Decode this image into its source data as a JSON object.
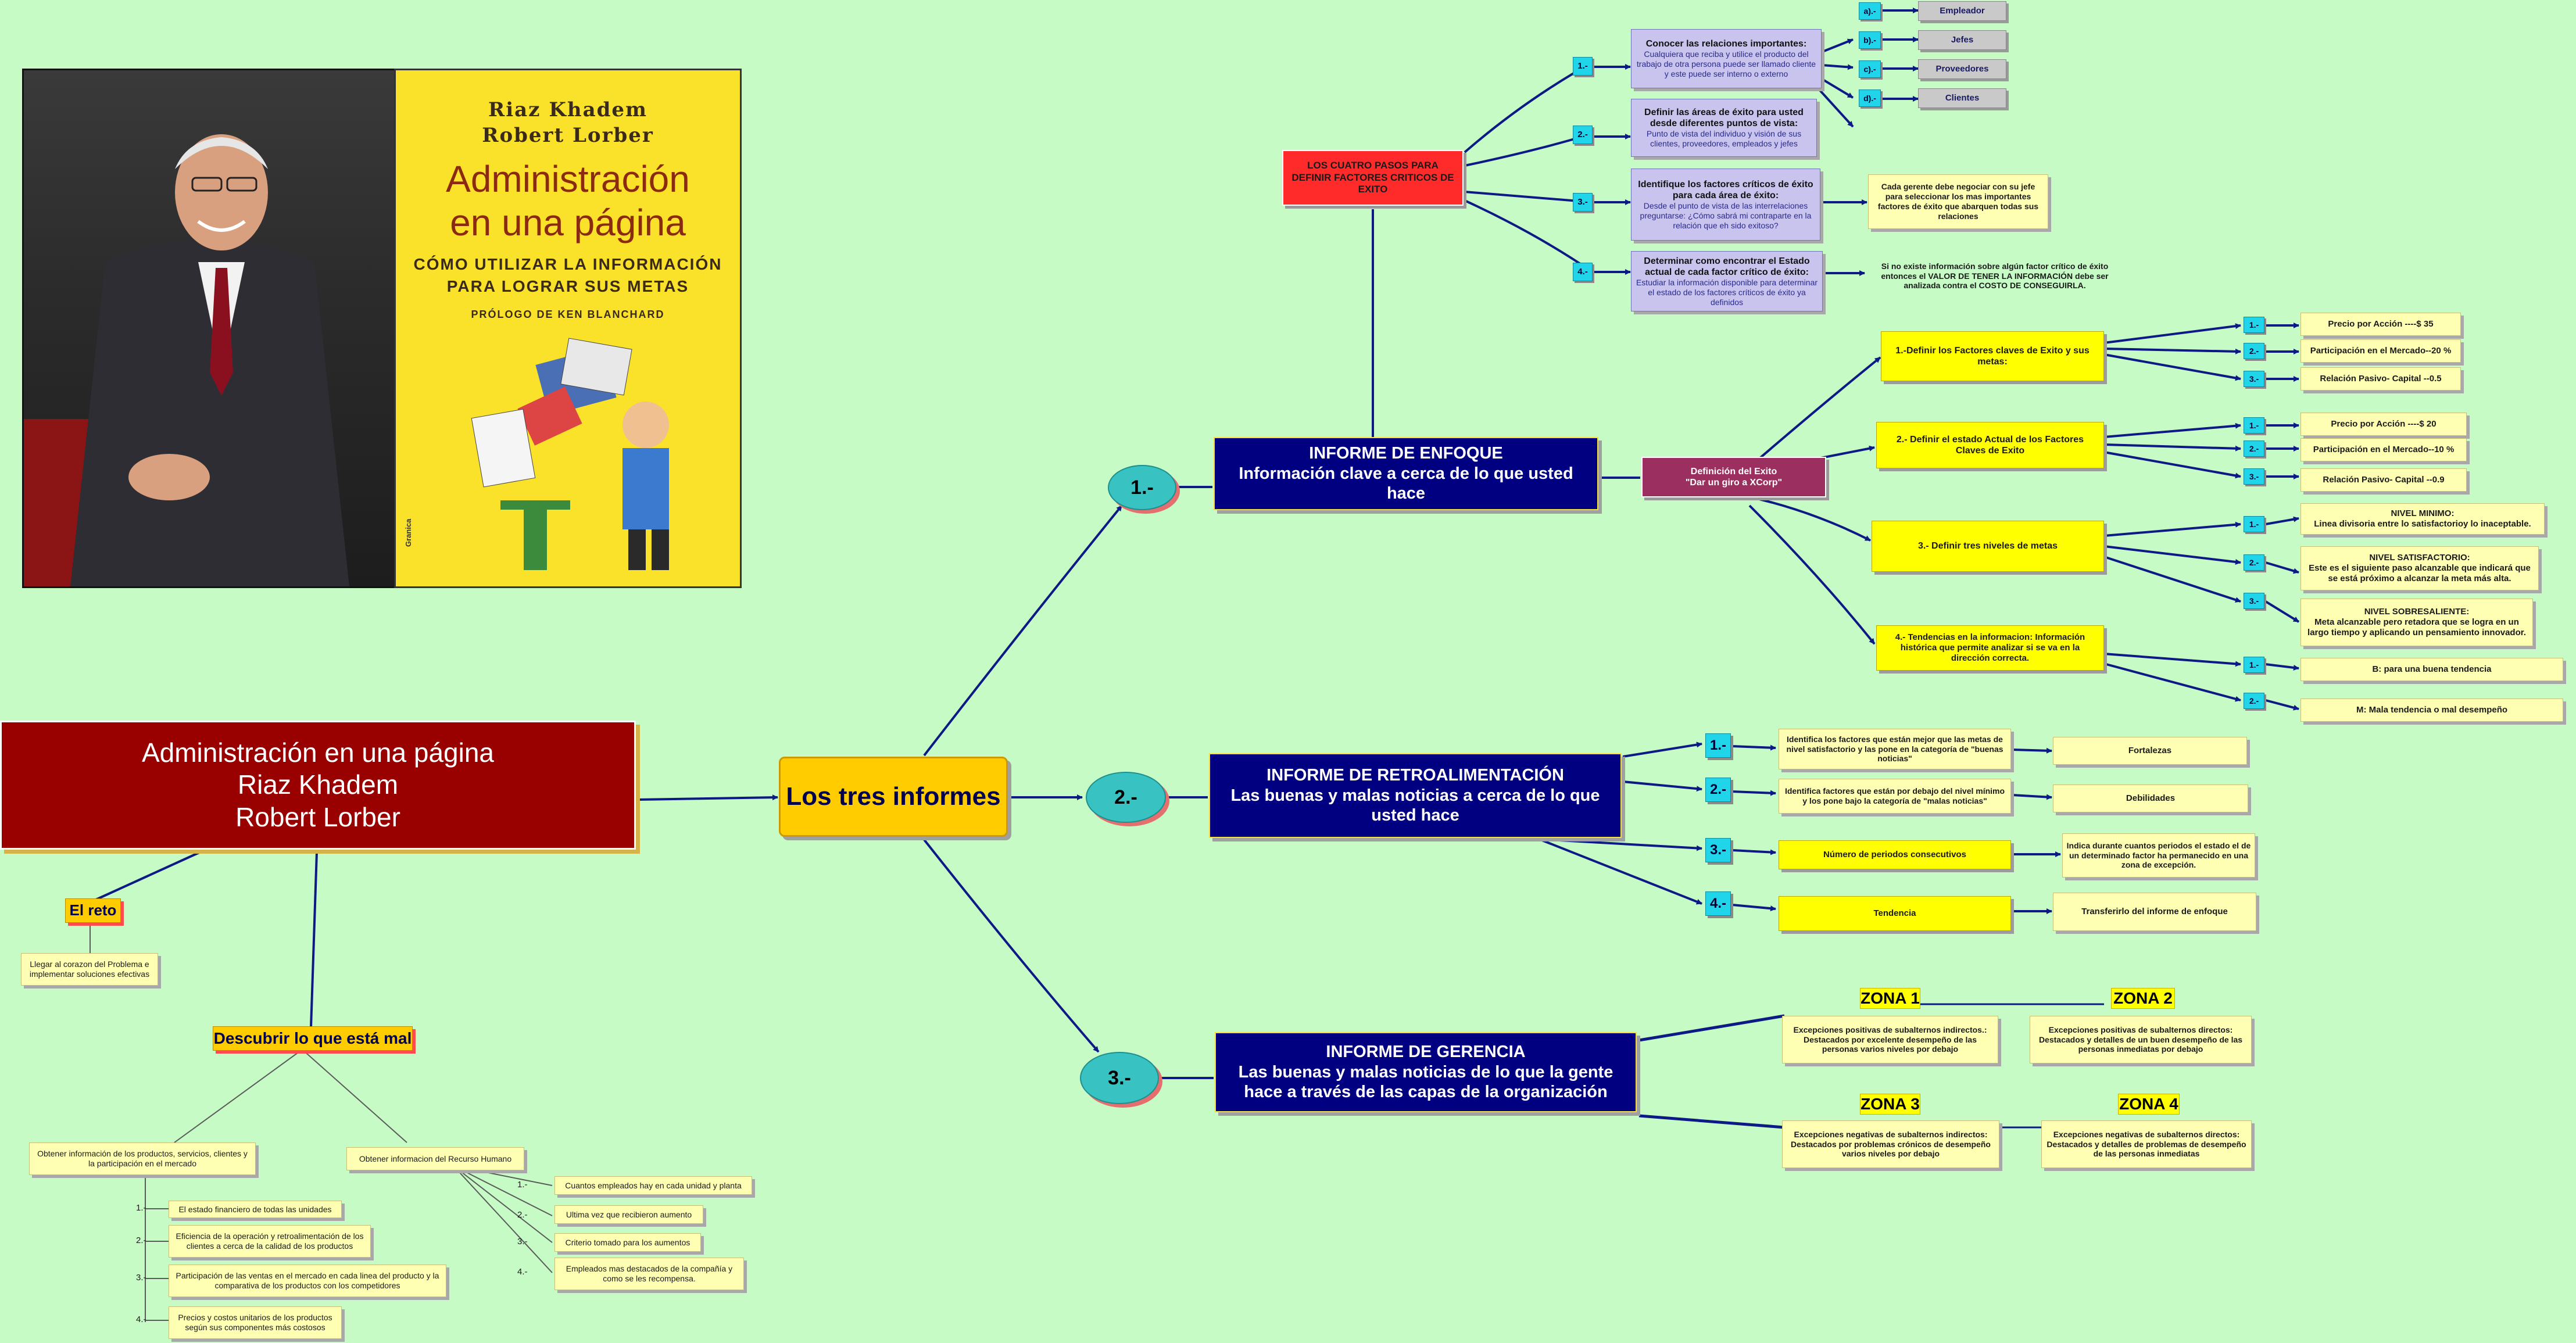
{
  "central": {
    "line1": "Administración en una página",
    "line2": "Riaz Khadem",
    "line3": "Robert Lorber"
  },
  "book": {
    "author1": "Riaz Khadem",
    "author2": "Robert Lorber",
    "title1": "Administración",
    "title2": "en una página",
    "subtitle1": "Cómo utilizar la información",
    "subtitle2": "para lograr sus metas",
    "prologue": "Prólogo de Ken Blanchard",
    "publisher": "Granica"
  },
  "el_reto": {
    "label": "El reto",
    "text": "Llegar al corazon del Problema e implementar soluciones efectivas"
  },
  "descubrir": {
    "label": "Descubrir lo que está mal",
    "left": {
      "text": "Obtener información de los productos, servicios, clientes y la participación en el mercado",
      "items": [
        {
          "num": "1.-",
          "text": "El estado financiero de todas las unidades"
        },
        {
          "num": "2.-",
          "text": "Eficiencia de la operación y retroalimentación de los clientes a cerca de la calidad de los productos"
        },
        {
          "num": "3.-",
          "text": "Participación de las ventas en el mercado en cada linea del producto y la comparativa de los productos con los competidores"
        },
        {
          "num": "4.-",
          "text": "Precios y costos unitarios de los productos según sus componentes más costosos"
        }
      ]
    },
    "right": {
      "text": "Obtener informacion del Recurso Humano",
      "items": [
        {
          "num": "1.-",
          "text": "Cuantos empleados hay en cada unidad y planta"
        },
        {
          "num": "2.-",
          "text": "Ultima vez que recibieron aumento"
        },
        {
          "num": "3.-",
          "text": "Criterio tomado para los aumentos"
        },
        {
          "num": "4.-",
          "text": "Empleados mas destacados de la compañía y como se les recompensa."
        }
      ]
    }
  },
  "tres": {
    "label": "Los tres informes"
  },
  "ovals": [
    "1.-",
    "2.-",
    "3.-"
  ],
  "informe1": {
    "title": "INFORME DE ENFOQUE",
    "subtitle": "Información clave a cerca de lo que usted hace",
    "cuatro_pasos": "LOS CUATRO PASOS PARA DEFINIR FACTORES CRITICOS DE EXITO",
    "pasos": [
      {
        "num": "1.-",
        "title": "Conocer las relaciones importantes:",
        "text": "Cualquiera que reciba y utilice el producto del trabajo de otra persona puede ser llamado cliente y este puede ser interno o externo"
      },
      {
        "num": "2.-",
        "title": "Definir las áreas de éxito para usted desde diferentes puntos de vista:",
        "text": "Punto de vista del individuo y visión de sus clientes, proveedores, empleados y jefes"
      },
      {
        "num": "3.-",
        "title": "Identifique los factores críticos de éxito para cada área de éxito:",
        "text": "Desde el punto de vista de las interrelaciones preguntarse: ¿Cómo sabrá mi contraparte en la relación que eh sido exitoso?"
      },
      {
        "num": "4.-",
        "title": "Determinar como encontrar el Estado actual de cada factor crítico de éxito:",
        "text": "Estudiar la información disponible para determinar el estado de los factores críticos de éxito ya definidos"
      }
    ],
    "relaciones": [
      {
        "num": "a).-",
        "text": "Empleador"
      },
      {
        "num": "b).-",
        "text": "Jefes"
      },
      {
        "num": "c).-",
        "text": "Proveedores"
      },
      {
        "num": "d).-",
        "text": "Clientes"
      }
    ],
    "nota3": "Cada gerente debe negociar con su jefe para seleccionar los mas importantes factores de éxito que abarquen todas sus relaciones",
    "nota4": "Si no existe información sobre algún factor crítico de éxito entonces el VALOR DE TENER LA INFORMACIÓN debe ser analizada contra el COSTO DE CONSEGUIRLA.",
    "definicion": {
      "line1": "Definición del Exito",
      "line2": "\"Dar un giro a XCorp\""
    },
    "pasos_exito": [
      {
        "text": "1.-Definir los Factores claves de Exito y sus metas:",
        "items": [
          {
            "num": "1.-",
            "text": "Precio por Acción ----$ 35"
          },
          {
            "num": "2.-",
            "text": "Participación en el Mercado--20 %"
          },
          {
            "num": "3.-",
            "text": "Relación Pasivo- Capital --0.5"
          }
        ]
      },
      {
        "text": "2.- Definir el estado Actual de los Factores Claves de Exito",
        "items": [
          {
            "num": "1.-",
            "text": "Precio por Acción ----$ 20"
          },
          {
            "num": "2.-",
            "text": "Participación en el Mercado--10 %"
          },
          {
            "num": "3.-",
            "text": "Relación Pasivo- Capital --0.9"
          }
        ]
      },
      {
        "text": "3.- Definir tres niveles de metas",
        "items": [
          {
            "num": "1.-",
            "title": "NIVEL MINIMO:",
            "text": "Linea divisoria entre lo satisfactorioy lo inaceptable."
          },
          {
            "num": "2.-",
            "title": "NIVEL SATISFACTORIO:",
            "text": "Este es el siguiente paso alcanzable que indicará que se está próximo a alcanzar la meta más alta."
          },
          {
            "num": "3.-",
            "title": "NIVEL SOBRESALIENTE:",
            "text": "Meta alcanzable pero retadora que se logra en un largo tiempo y aplicando un pensamiento innovador."
          }
        ]
      },
      {
        "text": "4.- Tendencias en la informacion: Información histórica que permite analizar si se va en la dirección correcta.",
        "items": [
          {
            "num": "1.-",
            "text": "B: para una buena tendencia"
          },
          {
            "num": "2.-",
            "text": "M: Mala tendencia o mal desempeño"
          }
        ]
      }
    ]
  },
  "informe2": {
    "title": "INFORME DE RETROALIMENTACIÓN",
    "subtitle": "Las buenas y malas noticias a cerca de lo que usted hace",
    "items": [
      {
        "num": "1.-",
        "text": "Identifica los factores que están mejor que las metas de nivel satisfactorio y las pone en la categoría de \"buenas noticias\"",
        "result": "Fortalezas"
      },
      {
        "num": "2.-",
        "text": "Identifica factores que están por debajo del nivel mínimo y los pone bajo la categoría de \"malas noticias\"",
        "result": "Debilidades"
      },
      {
        "num": "3.-",
        "text": "Número de periodos consecutivos",
        "result": "Indica durante cuantos periodos el estado el de un determinado factor ha permanecido en una zona de excepción."
      },
      {
        "num": "4.-",
        "text": "Tendencia",
        "result": "Transferirlo del informe de enfoque"
      }
    ]
  },
  "informe3": {
    "title": "INFORME DE GERENCIA",
    "subtitle": "Las buenas y malas noticias de lo que la gente hace a través de las capas de la organización",
    "zonas": [
      {
        "label": "ZONA 1",
        "text": "Excepciones positivas de subalternos indirectos.: Destacados por excelente desempeño de las personas varios niveles por debajo"
      },
      {
        "label": "ZONA 2",
        "text": "Excepciones positivas de subalternos directos: Destacados y detalles de un buen desempeño de las personas inmediatas por debajo"
      },
      {
        "label": "ZONA 3",
        "text": "Excepciones negativas de subalternos indirectos: Destacados por problemas crónicos de desempeño varios niveles por debajo"
      },
      {
        "label": "ZONA 4",
        "text": "Excepciones negativas de subalternos directos: Destacados y detalles de problemas de desempeño de las personas inmediatas"
      }
    ]
  },
  "colors": {
    "background": "#c6fbc6",
    "navy": "#000080",
    "central": "#990000",
    "topic": "#ffcc00",
    "wire": "#0d1a86"
  }
}
